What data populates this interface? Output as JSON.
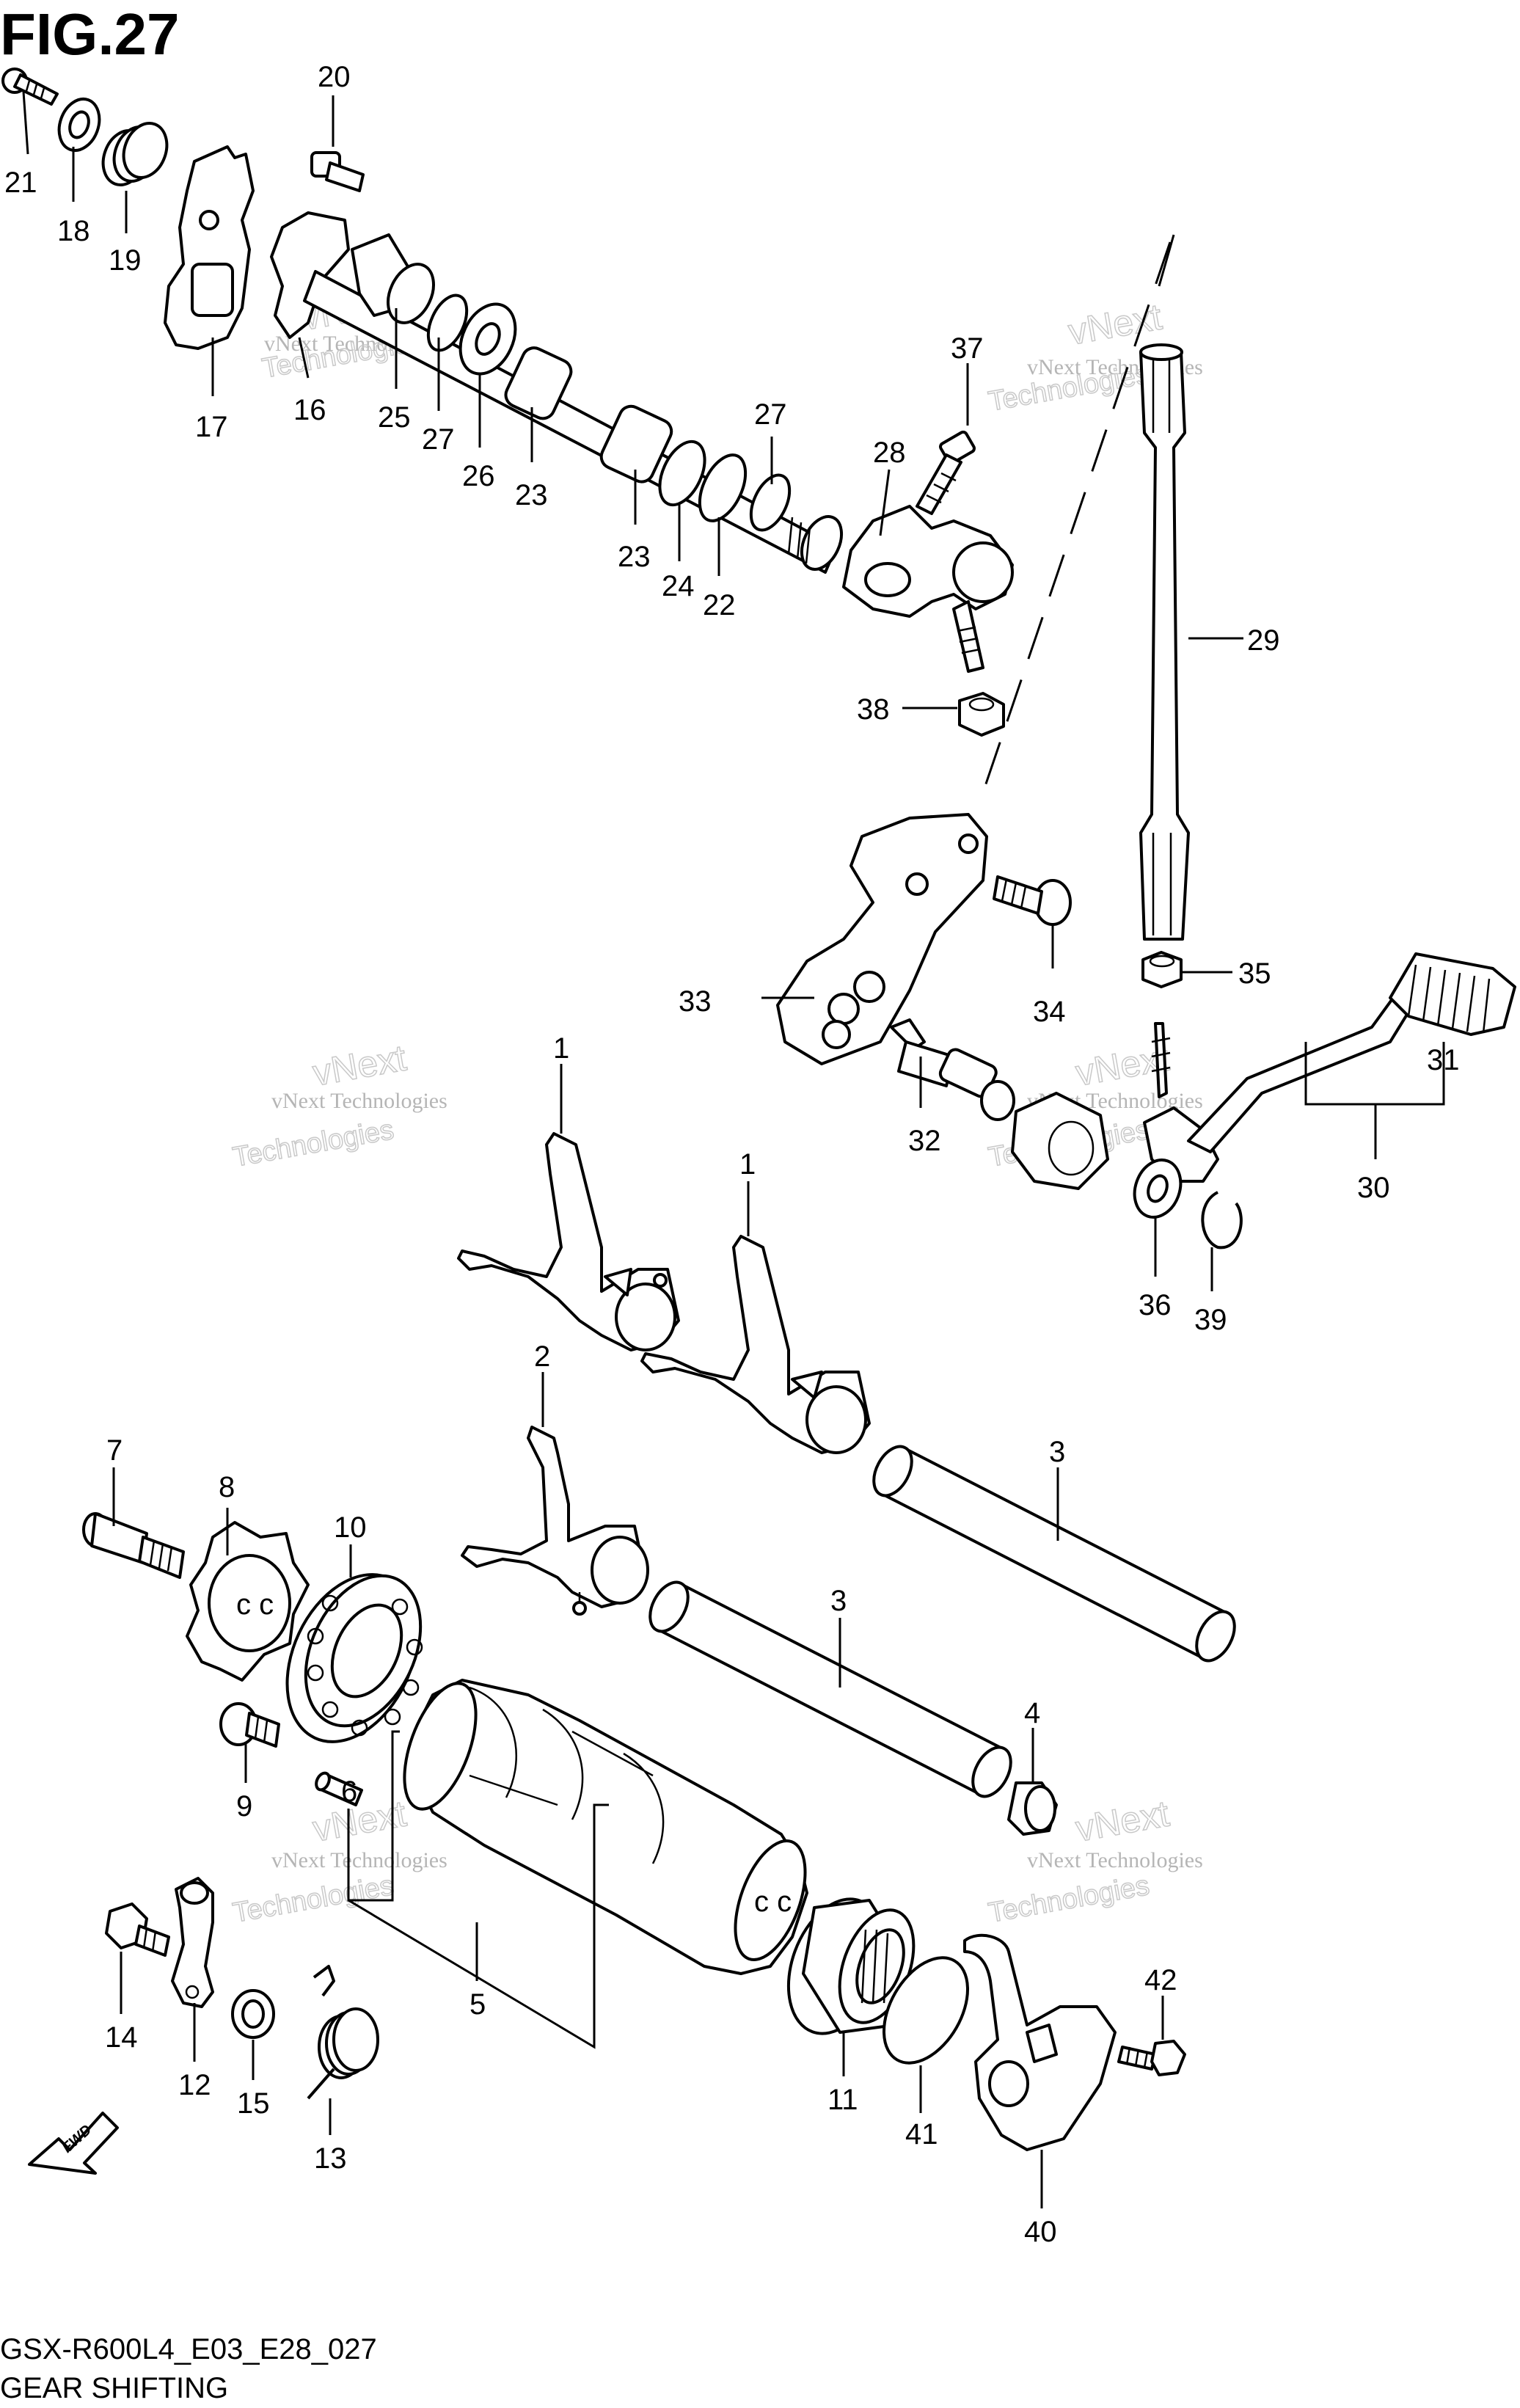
{
  "figure_title": "FIG.27",
  "footer": {
    "code": "GSX-R600L4_E03_E28_027",
    "caption": "GEAR SHIFTING"
  },
  "watermark": {
    "small": "vNext Technologies",
    "big_top": "vNext",
    "big_bottom": "Technologies"
  },
  "callouts": {
    "p1a": "1",
    "p1b": "1",
    "p2": "2",
    "p3a": "3",
    "p3b": "3",
    "p4": "4",
    "p5": "5",
    "p6": "6",
    "p7": "7",
    "p8": "8",
    "p9": "9",
    "p10": "10",
    "p11": "11",
    "p12": "12",
    "p13": "13",
    "p14": "14",
    "p15": "15",
    "p16": "16",
    "p17": "17",
    "p18": "18",
    "p19": "19",
    "p20": "20",
    "p21": "21",
    "p22": "22",
    "p23a": "23",
    "p23b": "23",
    "p24": "24",
    "p25": "25",
    "p26": "26",
    "p27a": "27",
    "p27b": "27",
    "p28": "28",
    "p29": "29",
    "p30": "30",
    "p31": "31",
    "p32": "32",
    "p33": "33",
    "p34": "34",
    "p35": "35",
    "p36": "36",
    "p37": "37",
    "p38": "38",
    "p39": "39",
    "p40": "40",
    "p41": "41",
    "p42": "42"
  },
  "fwd_label": "FWD"
}
